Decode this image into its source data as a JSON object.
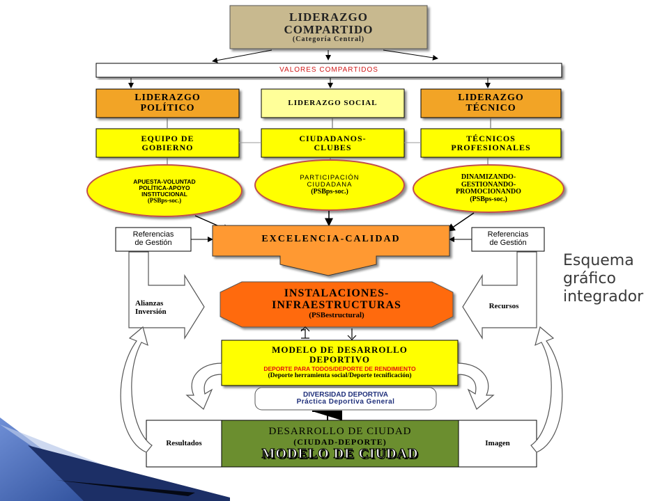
{
  "side_title": [
    "Esquema",
    "gráfico",
    "integrador"
  ],
  "top": {
    "line1": "LIDERAZGO",
    "line2": "COMPARTIDO",
    "sub": "(Categoría Central)"
  },
  "valores": "VALORES COMPARTIDOS",
  "liderazgo": {
    "politico": [
      "LIDERAZGO",
      "POLÍTICO"
    ],
    "social": "LIDERAZGO SOCIAL",
    "tecnico": [
      "LIDERAZGO",
      "TÉCNICO"
    ]
  },
  "equipos": {
    "gobierno": [
      "EQUIPO DE",
      "GOBIERNO"
    ],
    "ciudadanos": [
      "CIUDADANOS-",
      "CLUBES"
    ],
    "tecnicos": [
      "TÉCNICOS",
      "PROFESIONALES"
    ]
  },
  "ovals": {
    "left": [
      "APUESTA-VOLUNTAD",
      "POLÍTICA-APOYO",
      "INSTITUCIONAL",
      "(PSBps-soc.)"
    ],
    "center": [
      "PARTICIPACIÓN",
      "CIUDADANA",
      "(PSBps-soc.)"
    ],
    "right": [
      "DINAMIZANDO-",
      "GESTIONANDO-",
      "PROMOCIONANDO",
      "(PSBps-soc.)"
    ]
  },
  "referencias_left": [
    "Referencias",
    "de Gestión"
  ],
  "referencias_right": [
    "Referencias",
    "de Gestión"
  ],
  "excelencia": "EXCELENCIA-CALIDAD",
  "alianzas": [
    "Alianzas",
    "Inversión"
  ],
  "recursos": "Recursos",
  "instalaciones": [
    "INSTALACIONES-",
    "INFRAESTRUCTURAS",
    "(PSBestructural)"
  ],
  "modelo_desarrollo": {
    "line1": "MODELO DE DESARROLLO",
    "line2": "DEPORTIVO",
    "red": "DEPORTE PARA TODOS/DEPORTE DE RENDIMIENTO",
    "line4": "(Deporte herramienta social/Deporte tecnificación)"
  },
  "diversidad": [
    "DIVERSIDAD DEPORTIVA",
    "Práctica Deportiva General"
  ],
  "resultados": "Resultados",
  "imagen": "Imagen",
  "ciudad": {
    "line1": "DESARROLLO DE CIUDAD",
    "line2": "(CIUDAD-DEPORTE)",
    "line3": "MODELO DE CIUDAD"
  },
  "colors": {
    "top_box": "#c8b98f",
    "orange_box": "#f2a428",
    "pale_yellow": "#ffff99",
    "yellow": "#ffff00",
    "orange_arrow": "#ff9933",
    "instalaciones": "#ff6a0f",
    "green": "#6b8e2f",
    "red_text": "#e01010",
    "blue_corner": "#3a5fae"
  }
}
